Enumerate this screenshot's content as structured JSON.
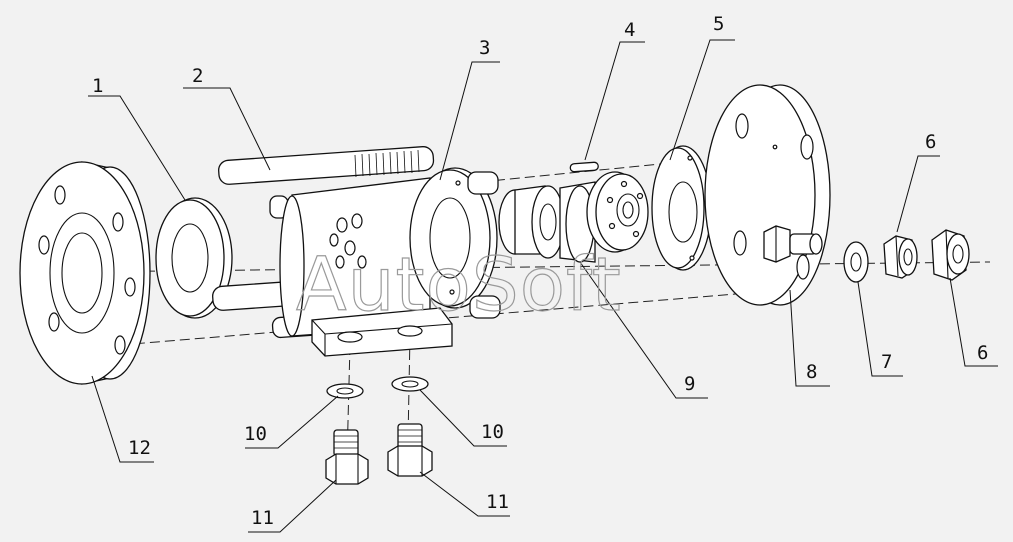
{
  "watermark": "AutoSoft",
  "callouts": [
    "1",
    "2",
    "3",
    "4",
    "5",
    "6",
    "6",
    "7",
    "8",
    "9",
    "10",
    "10",
    "11",
    "11",
    "12"
  ]
}
